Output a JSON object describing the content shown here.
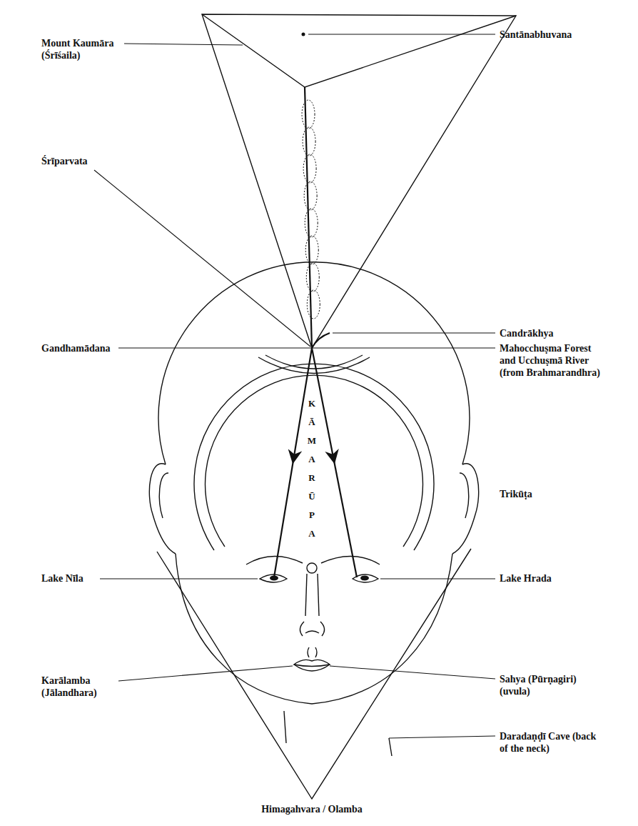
{
  "diagram": {
    "labels": [
      "Mount Kaumāra (Śrīśaila)",
      "Santānabhuvana",
      "Śrīparvata",
      "Candrākhya",
      "Gandhamādana",
      "Mahocchuṣma Forest and Ucchuṣmā River (from Brahmarandhra)",
      "Trikūṭa",
      "KĀMARŪPA",
      "Lake Nīla",
      "Lake Hrada",
      "Karālamba (Jālandhara)",
      "Sahya (Pūrṇagiri) (uvula)",
      "Daradaṇḍī Cave (back of the neck)",
      "Himagahvara / Olamba"
    ]
  }
}
